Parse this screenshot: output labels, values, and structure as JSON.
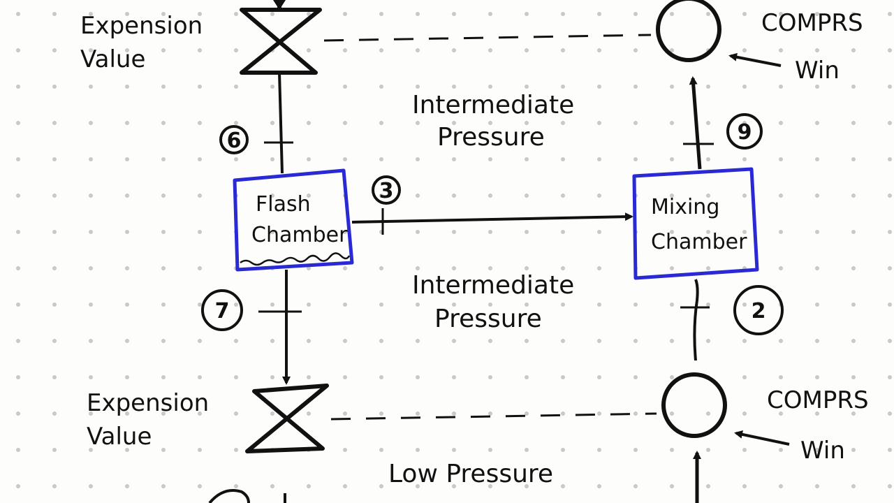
{
  "labels": {
    "expansion_top": [
      "Expension",
      "Value"
    ],
    "expansion_bottom": [
      "Expension",
      "Value"
    ],
    "compressor_top": "COMPRS",
    "compressor_bottom": "COMPRS",
    "win_top": "Win",
    "win_bottom": "Win",
    "intermediate_top": [
      "Intermediate",
      "Pressure"
    ],
    "intermediate_bottom": [
      "Intermediate",
      "Pressure"
    ],
    "low_pressure": "Low Pressure",
    "flash": [
      "Flash",
      "Chamber"
    ],
    "mixing": [
      "Mixing",
      "Chamber"
    ]
  },
  "states": {
    "s6": "6",
    "s3": "3",
    "s9": "9",
    "s7": "7",
    "s2": "2"
  },
  "colors": {
    "ink": "#111111",
    "box_stroke": "#2a2ad4",
    "dot": "#c9c9c9",
    "paper": "#fdfdfc"
  }
}
